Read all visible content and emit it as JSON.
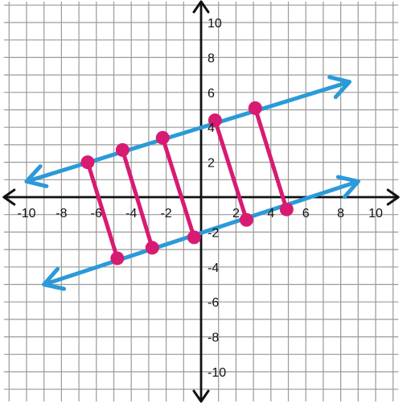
{
  "chart_data": {
    "type": "line",
    "title": "",
    "xlabel": "",
    "ylabel": "",
    "xlim": [
      -11,
      11
    ],
    "ylim": [
      -11,
      11
    ],
    "grid": true,
    "x_ticks": [
      -10,
      -8,
      -6,
      -4,
      -2,
      2,
      4,
      6,
      8,
      10
    ],
    "y_ticks": [
      -10,
      -8,
      -6,
      -4,
      -2,
      2,
      4,
      6,
      8,
      10
    ],
    "x_tick_labels": [
      "-10",
      "-8",
      "-6",
      "-4",
      "-2",
      "2",
      "4",
      "6",
      "8",
      "10"
    ],
    "y_tick_labels": [
      "-10",
      "-8",
      "-6",
      "-4",
      "-2",
      "2",
      "4",
      "6",
      "8",
      "10"
    ],
    "colors": {
      "lines": "#2b9ad8",
      "segments": "#d81b72",
      "grid": "#9a9a9a",
      "axes": "#111111"
    },
    "lines": [
      {
        "from": [
          -10,
          0.9
        ],
        "to": [
          8.5,
          6.6
        ],
        "arrows": "both"
      },
      {
        "from": [
          -9,
          -5.0
        ],
        "to": [
          9,
          0.9
        ],
        "arrows": "both"
      }
    ],
    "segments": [
      {
        "from": [
          -6.5,
          2.0
        ],
        "to": [
          -4.8,
          -3.5
        ]
      },
      {
        "from": [
          -4.5,
          2.7
        ],
        "to": [
          -2.8,
          -2.9
        ]
      },
      {
        "from": [
          -2.2,
          3.4
        ],
        "to": [
          -0.4,
          -2.3
        ]
      },
      {
        "from": [
          0.8,
          4.4
        ],
        "to": [
          2.6,
          -1.3
        ]
      },
      {
        "from": [
          3.1,
          5.1
        ],
        "to": [
          4.9,
          -0.7
        ]
      }
    ]
  }
}
